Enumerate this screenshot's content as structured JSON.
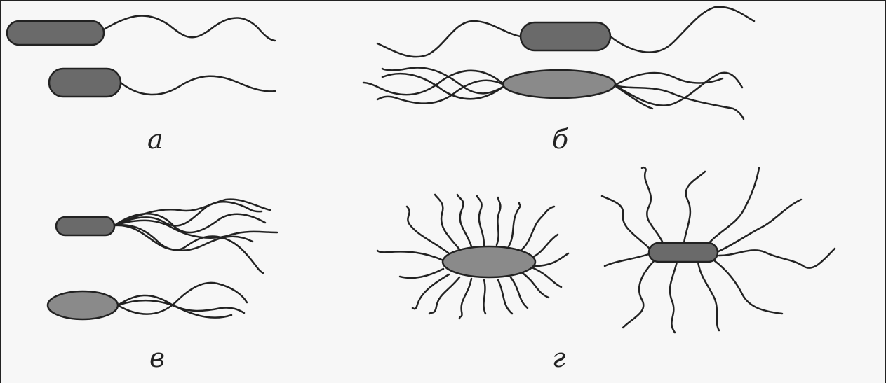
{
  "panels": [
    {
      "id": "a",
      "label": "а"
    },
    {
      "id": "b",
      "label": "б"
    },
    {
      "id": "v",
      "label": "в"
    },
    {
      "id": "g",
      "label": "г"
    }
  ],
  "colors": {
    "cell_dark": "#6a6a6a",
    "cell_light": "#8a8a8a",
    "stroke": "#222222",
    "background": "#f7f7f7"
  }
}
